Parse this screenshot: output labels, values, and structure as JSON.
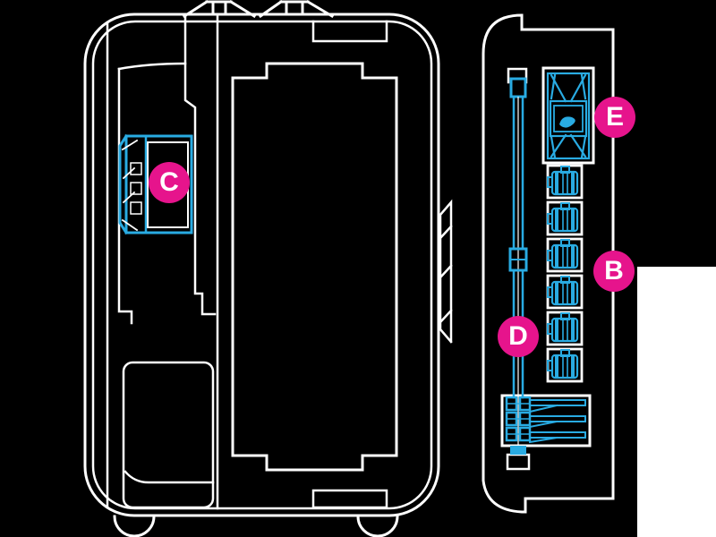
{
  "diagram": {
    "labels": {
      "c": "C",
      "d": "D",
      "e": "E",
      "b": "B"
    },
    "colors": {
      "background": "#000000",
      "line": "#ffffff",
      "highlight": "#29ABE2",
      "label_bg": "#E6148C",
      "label_fg": "#ffffff"
    }
  }
}
